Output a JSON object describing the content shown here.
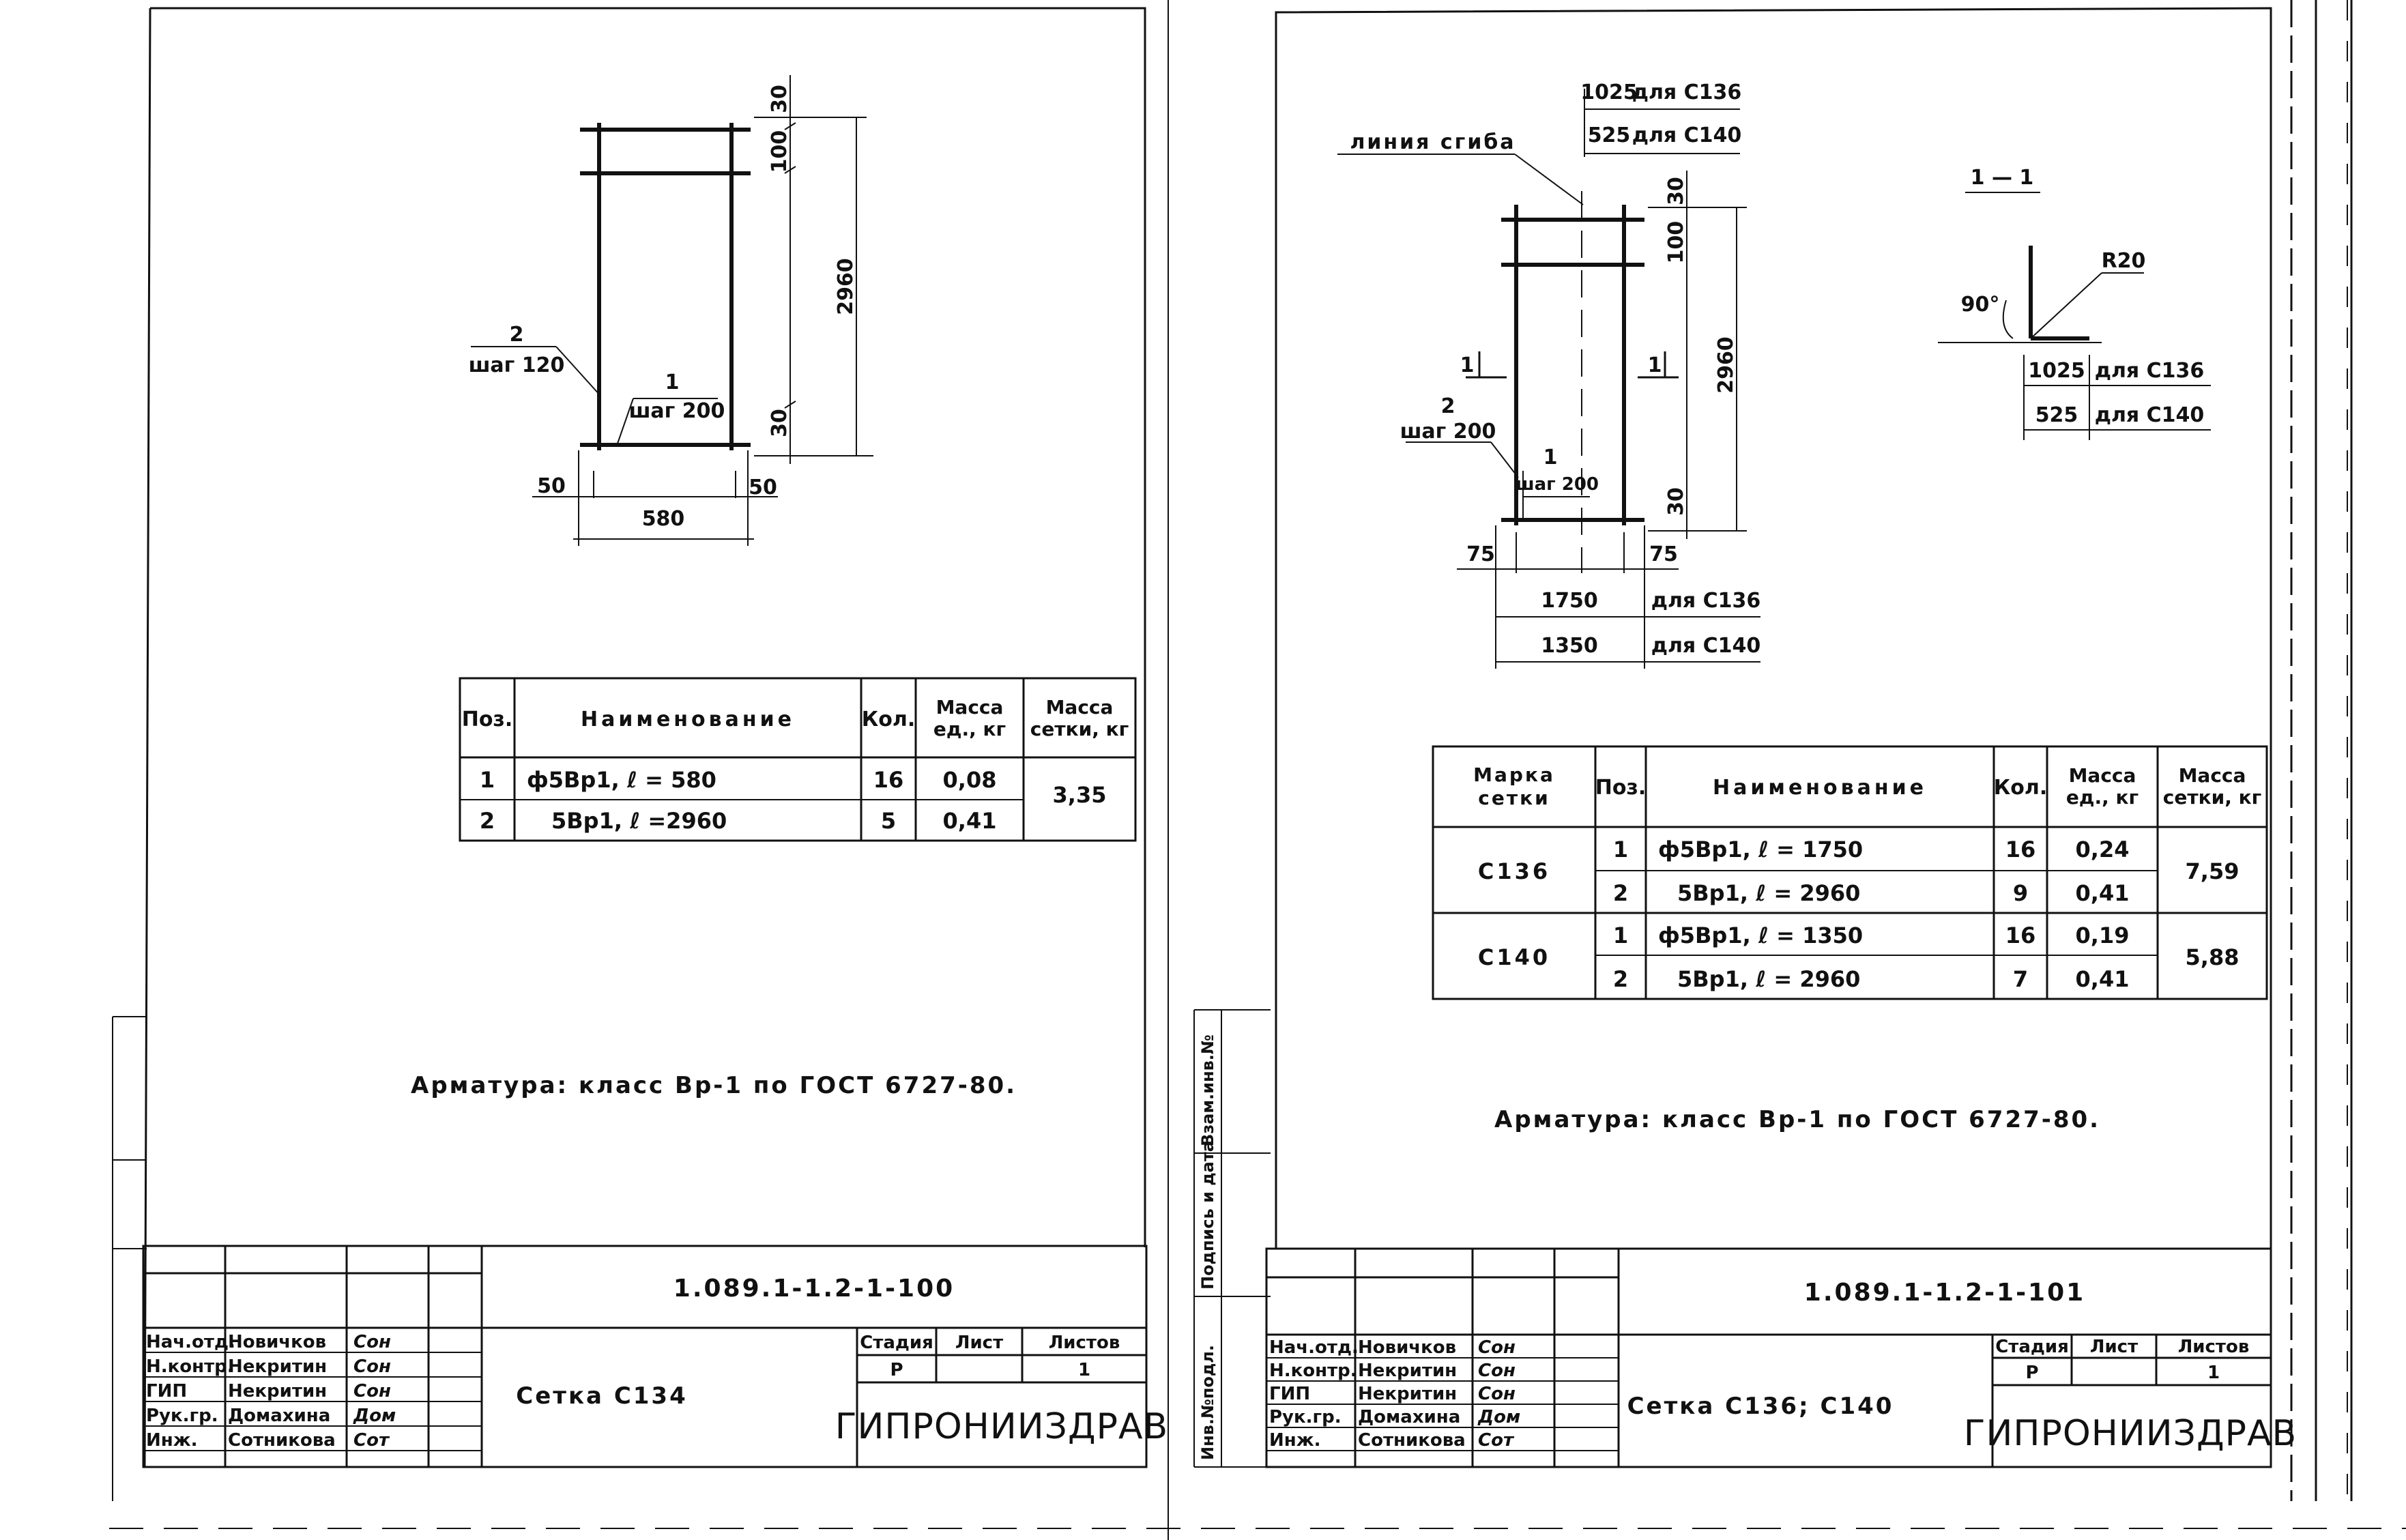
{
  "left_sheet": {
    "drawing": {
      "dim_top": "30",
      "dim_100": "100",
      "dim_height": "2960",
      "dim_bottom": "30",
      "dim_left": "50",
      "dim_right": "50",
      "dim_width": "580",
      "pos2_num": "2",
      "pos2_step": "шаг 120",
      "pos1_num": "1",
      "pos1_step": "шаг 200"
    },
    "spec": {
      "headers": [
        "Поз.",
        "Наименование",
        "Кол.",
        "Масса ед., кг",
        "Масса сетки, кг"
      ],
      "rows": [
        {
          "pos": "1",
          "name": "ф5Вр1,   ℓ = 580",
          "qty": "16",
          "mass": "0,08"
        },
        {
          "pos": "2",
          "name": "5Вр1,   ℓ =2960",
          "qty": "5",
          "mass": "0,41"
        }
      ],
      "total": "3,35"
    },
    "note": "Арматура: класс  Вр-1  по  ГОСТ 6727-80.",
    "title_block": {
      "code": "1.089.1-1.2-1-100",
      "name": "Сетка С134",
      "stage_label": "Стадия",
      "sheet_label": "Лист",
      "sheets_label": "Листов",
      "stage": "Р",
      "sheets": "1",
      "org": "ГИПРОНИИЗДРАВ",
      "roles": [
        {
          "role": "Нач.отд.",
          "person": "Новичков",
          "sig": "Сон"
        },
        {
          "role": "Н.контр.",
          "person": "Некритин",
          "sig": "Сон"
        },
        {
          "role": "ГИП",
          "person": "Некритин",
          "sig": "Сон"
        },
        {
          "role": "Рук.гр.",
          "person": "Домахина",
          "sig": "Дом"
        },
        {
          "role": "Инж.",
          "person": "Сотникова",
          "sig": "Сот"
        }
      ]
    }
  },
  "right_sheet": {
    "drawing": {
      "dim_1025": "1025",
      "for_c136_a": "для С136",
      "dim_525": "525",
      "for_c140_a": "для С140",
      "bend_line": "линия сгиба",
      "dim_top": "30",
      "dim_100": "100",
      "dim_height": "2960",
      "dim_bottom": "30",
      "cut_mark": "1",
      "pos2_num": "2",
      "pos2_step": "шаг 200",
      "pos1_num": "1",
      "pos1_step": "шаг 200",
      "dim_left": "75",
      "dim_right": "75",
      "dim_1750": "1750",
      "for_c136_b": "для С136",
      "dim_1350": "1350",
      "for_c140_b": "для С140",
      "section_title": "1 — 1",
      "radius": "R20",
      "angle": "90°",
      "sec_1025": "1025",
      "sec_c136": "для С136",
      "sec_525": "525",
      "sec_c140": "для С140"
    },
    "spec": {
      "headers": [
        "Марка сетки",
        "Поз.",
        "Наименование",
        "Кол.",
        "Масса ед., кг",
        "Масса сетки, кг"
      ],
      "groups": [
        {
          "mark": "С136",
          "total": "7,59",
          "rows": [
            {
              "pos": "1",
              "name": "ф5Вр1,   ℓ = 1750",
              "qty": "16",
              "mass": "0,24"
            },
            {
              "pos": "2",
              "name": "5Вр1,   ℓ = 2960",
              "qty": "9",
              "mass": "0,41"
            }
          ]
        },
        {
          "mark": "С140",
          "total": "5,88",
          "rows": [
            {
              "pos": "1",
              "name": "ф5Вр1,   ℓ = 1350",
              "qty": "16",
              "mass": "0,19"
            },
            {
              "pos": "2",
              "name": "5Вр1,   ℓ = 2960",
              "qty": "7",
              "mass": "0,41"
            }
          ]
        }
      ]
    },
    "note": "Арматура: класс  Вр-1  по  ГОСТ 6727-80.",
    "side_stamp": [
      "Инв.№подл.",
      "Подпись и дата",
      "Взам.инв.№"
    ],
    "title_block": {
      "code": "1.089.1-1.2-1-101",
      "name": "Сетка С136; С140",
      "stage_label": "Стадия",
      "sheet_label": "Лист",
      "sheets_label": "Листов",
      "stage": "Р",
      "sheets": "1",
      "org": "ГИПРОНИИЗДРАВ",
      "roles": [
        {
          "role": "Нач.отд.",
          "person": "Новичков",
          "sig": "Сон"
        },
        {
          "role": "Н.контр.",
          "person": "Некритин",
          "sig": "Сон"
        },
        {
          "role": "ГИП",
          "person": "Некритин",
          "sig": "Сон"
        },
        {
          "role": "Рук.гр.",
          "person": "Домахина",
          "sig": "Дом"
        },
        {
          "role": "Инж.",
          "person": "Сотникова",
          "sig": "Сот"
        }
      ]
    }
  }
}
